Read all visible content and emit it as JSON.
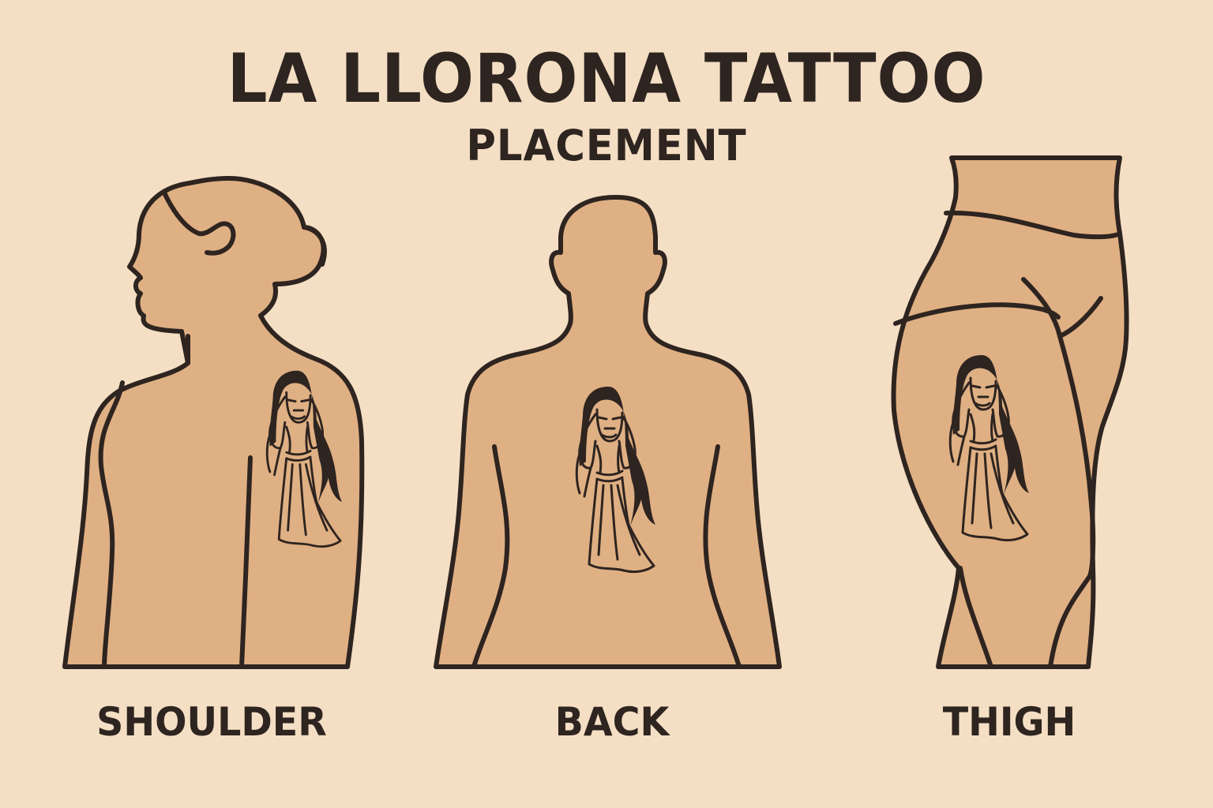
{
  "title": {
    "line1": "LA LLORONA TATTOO",
    "line2": "PLACEMENT"
  },
  "placements": [
    {
      "label": "SHOULDER",
      "figure": "woman-profile-upper-body",
      "tattoo": "weeping-woman"
    },
    {
      "label": "BACK",
      "figure": "man-back-upper-body",
      "tattoo": "weeping-woman"
    },
    {
      "label": "THIGH",
      "figure": "hip-and-thigh",
      "tattoo": "weeping-woman"
    }
  ],
  "colors": {
    "background": "#f4dfc4",
    "skin": "#dfb083",
    "ink": "#2e2420"
  }
}
